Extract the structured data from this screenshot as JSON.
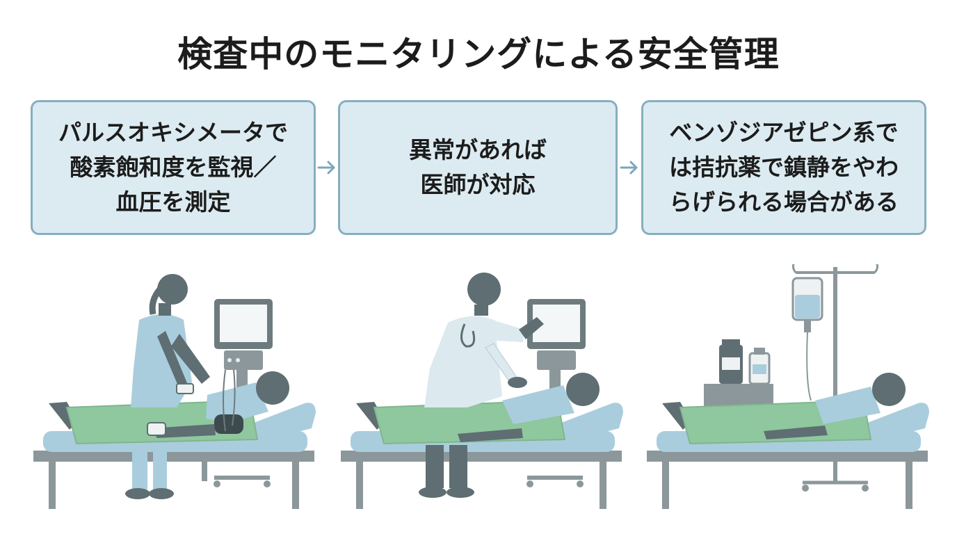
{
  "title": "検査中のモニタリングによる安全管理",
  "steps": [
    {
      "lines": [
        "パルスオキシメータで",
        "酸素飽和度を監視／",
        "血圧を測定"
      ]
    },
    {
      "lines": [
        "異常があれば",
        "医師が対応"
      ]
    },
    {
      "lines": [
        "ベンゾジアゼピン系で",
        "は拮抗薬で鎮静をやわ",
        "らげられる場合がある"
      ]
    }
  ],
  "colors": {
    "box_bg": "#dcebf1",
    "box_border": "#86aec0",
    "arrow": "#7ea7ba",
    "figure_dark": "#5e6e72",
    "figure_light": "#a9cddd",
    "sheet_green": "#8fc79e",
    "equipment_gray": "#8b979b"
  },
  "illustrations": [
    {
      "icon": "nurse-monitoring-patient-icon"
    },
    {
      "icon": "doctor-attending-patient-icon"
    },
    {
      "icon": "iv-drip-patient-icon"
    }
  ]
}
